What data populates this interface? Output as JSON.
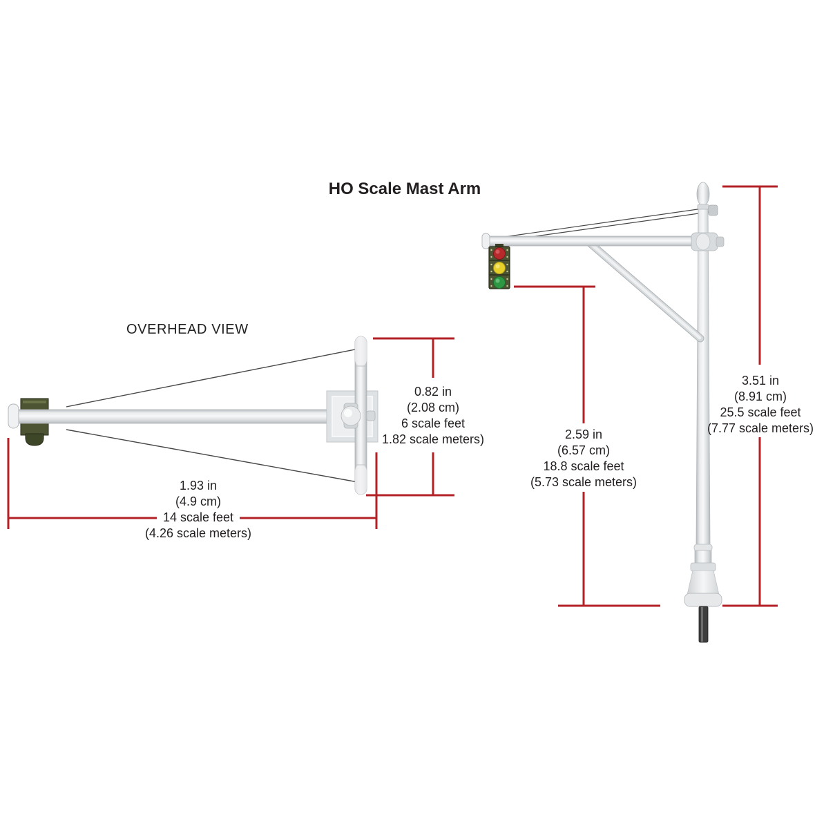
{
  "title": "HO Scale Mast Arm",
  "figures": {
    "overhead": {
      "label": "OVERHEAD VIEW"
    },
    "side": {
      "label": ""
    }
  },
  "dimensions": {
    "overhead_crossarm": {
      "lines": [
        "0.82 in",
        "(2.08 cm)",
        "6 scale feet",
        "1.82 scale meters)"
      ]
    },
    "overhead_arm_length": {
      "lines": [
        "1.93 in",
        "(4.9 cm)",
        "14 scale feet",
        "(4.26 scale meters)"
      ]
    },
    "signal_height": {
      "lines": [
        "2.59 in",
        "(6.57 cm)",
        "18.8 scale feet",
        "(5.73 scale meters)"
      ]
    },
    "overall_height": {
      "lines": [
        "3.51 in",
        "(8.91 cm)",
        "25.5 scale feet",
        "(7.77 scale meters)"
      ]
    }
  },
  "colors": {
    "background": "#ffffff",
    "dimension_line": "#b32026",
    "text": "#231f20",
    "pole_light": "#f4f5f6",
    "pole_mid": "#d9dcde",
    "pole_edge": "#b2b6b9",
    "signal_housing": "#4d5433",
    "signal_outline": "#272b18",
    "light_red": "#b8292c",
    "light_yellow": "#e7d029",
    "light_green": "#2d9742",
    "wire": "#474747",
    "mount_pin": "#3f3f3f"
  }
}
